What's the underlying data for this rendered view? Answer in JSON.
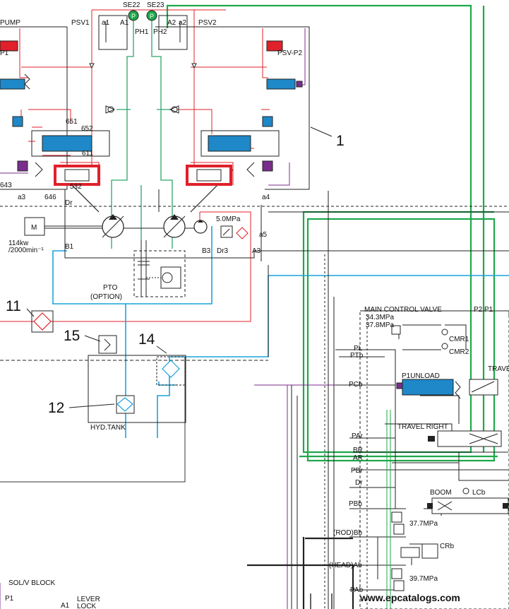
{
  "colors": {
    "pilot_red": "#e0202a",
    "drain_green": "#2aa66a",
    "return_blue": "#19a3dc",
    "valve_blue": "#1e88c8",
    "signal_purple": "#7b2d8e",
    "main_line": "#222222",
    "sensor_green": "#1fa84a"
  },
  "labels": {
    "pump": "PUMP",
    "psv1": "PSV1",
    "psv2": "PSV2",
    "a1_small": "a1",
    "a2_small": "a2",
    "A1": "A1",
    "A2": "A2",
    "se22": "SE22",
    "se23": "SE23",
    "ph1": "PH1",
    "ph2": "PH2",
    "sensor_p": "P",
    "p1": "P1",
    "psv_p2": "PSV-P2",
    "n651": "651",
    "n652": "652",
    "n611": "611",
    "n643": "643",
    "n646": "646",
    "n532": "532",
    "a3": "a3",
    "a4": "a4",
    "a5": "a5",
    "dr": "Dr",
    "dr3": "Dr3",
    "b1": "B1",
    "b3": "B3",
    "A3": "A3",
    "pressure_5": "5.0MPa",
    "motor": "M",
    "power": "114kw",
    "speed": "/2000min⁻¹",
    "pto": "PTO",
    "pto_option": "(OPTION)",
    "hyd_tank": "HYD.TANK",
    "ref_1": "1",
    "ref_11": "11",
    "ref_12": "12",
    "ref_14": "14",
    "ref_15": "15",
    "mcv": "MAIN CONTROL VALVE",
    "mcv_p1": "34.3MPa",
    "mcv_p2": "37.8MPa",
    "p2p1": "P2 P1",
    "pl": "PL",
    "ptb": "PTb",
    "cmr1": "CMR1",
    "cmr2": "CMR2",
    "pcb": "PCb",
    "p1unload": "P1UNLOAD",
    "travel_prior": "TRAVEL PRIOR",
    "par": "PAr",
    "travel_right": "TRAVEL RIGHT",
    "br": "BR",
    "ar": "AR",
    "pbr": "PBr",
    "dr_right": "Dr",
    "boom": "BOOM",
    "lcb": "LCb",
    "pbb": "PBb",
    "rod_bb": "(ROD)Bb",
    "p377": "37.7MPa",
    "crb": "CRb",
    "head_ab": "(HEAD)Ab",
    "p397": "39.7MPa",
    "pab": "PAb",
    "solv_block": "SOL/V BLOCK",
    "sol_p1": "P1",
    "sol_a1": "A1",
    "lever": "LEVER",
    "lock": "LOCK",
    "watermark": "www.epcatalogs.com"
  }
}
